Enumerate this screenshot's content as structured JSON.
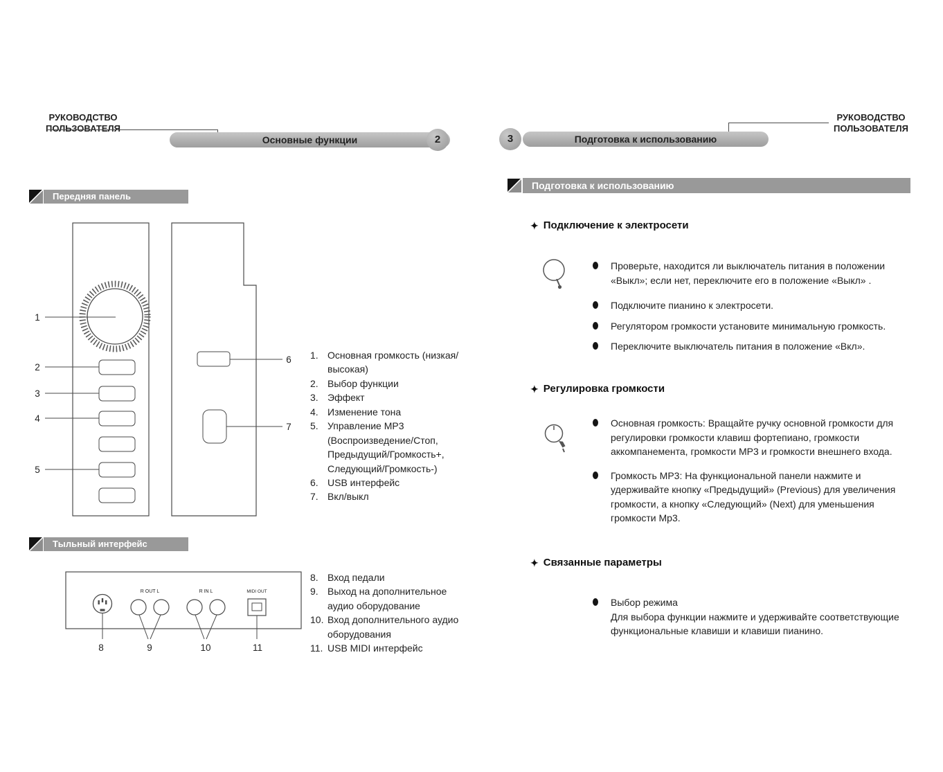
{
  "colors": {
    "banner_gray": "#b0b0b0",
    "section_bar_gray": "#999999"
  },
  "left": {
    "manual_label": {
      "line1": "РУКОВОДСТВО",
      "line2": "ПОЛЬЗОВАТЕЛЯ"
    },
    "page_number": "2",
    "banner": "Основные функции",
    "front": {
      "title": "Передняя панель",
      "callouts": {
        "c1": "1",
        "c2": "2",
        "c3": "3",
        "c4": "4",
        "c5": "5",
        "c6": "6",
        "c7": "7"
      },
      "list": [
        {
          "num": "1.",
          "text": "Основная громкость (низкая/\nвысокая)"
        },
        {
          "num": "2.",
          "text": "Выбор функции"
        },
        {
          "num": "3.",
          "text": "Эффект"
        },
        {
          "num": "4.",
          "text": "Изменение тона"
        },
        {
          "num": "5.",
          "text": "Управление MP3\n(Воспроизведение/Стоп,\nПредыдущий/Громкость+,\nСледующий/Громкость-)"
        },
        {
          "num": "6.",
          "text": "USB интерфейс"
        },
        {
          "num": "7.",
          "text": "Вкл/выкл"
        }
      ]
    },
    "rear": {
      "title": "Тыльный интерфейс",
      "labels": {
        "out": "R   OUT   L",
        "in": "R   IN   L",
        "midi": "MIDI OUT"
      },
      "callouts": {
        "c8": "8",
        "c9": "9",
        "c10": "10",
        "c11": "11"
      },
      "list": [
        {
          "num": "8.",
          "text": "Вход педали"
        },
        {
          "num": "9.",
          "text": "Выход на дополнительное\nаудио оборудование"
        },
        {
          "num": "10.",
          "text": "Вход дополнительного аудио\nоборудования"
        },
        {
          "num": "11.",
          "text": "USB MIDI интерфейс"
        }
      ]
    }
  },
  "right": {
    "manual_label": {
      "line1": "РУКОВОДСТВО",
      "line2": "ПОЛЬЗОВАТЕЛЯ"
    },
    "page_number": "3",
    "banner": "Подготовка к использованию",
    "section_title": "Подготовка к использованию",
    "sparkle_icon": "✦",
    "sub1": {
      "title": "Подключение к электросети",
      "bullets": [
        "Проверьте, находится ли выключатель питания в положении «Выкл»; если нет, переключите его в положение «Выкл» .",
        "Подключите пианино к электросети.",
        "Регулятором громкости установите минимальную громкость.",
        "Переключите выключатель питания в положение «Вкл»."
      ]
    },
    "sub2": {
      "title": "Регулировка громкости",
      "bullets": [
        "Основная громкость: Вращайте ручку основной громкости для регулировки громкости клавиш фортепиано, громкости аккомпанемента, громкости MP3 и громкости внешнего входа.",
        "Громкость MP3: На функциональной панели нажмите и удерживайте кнопку «Предыдущий» (Previous) для увеличения громкости, а кнопку «Следующий» (Next) для уменьшения громкости Mp3."
      ]
    },
    "sub3": {
      "title": "Связанные параметры",
      "bullets": [
        "Выбор режима\nДля выбора функции нажмите и удерживайте соответствующие функциональные клавиши и клавиши пианино."
      ]
    }
  }
}
